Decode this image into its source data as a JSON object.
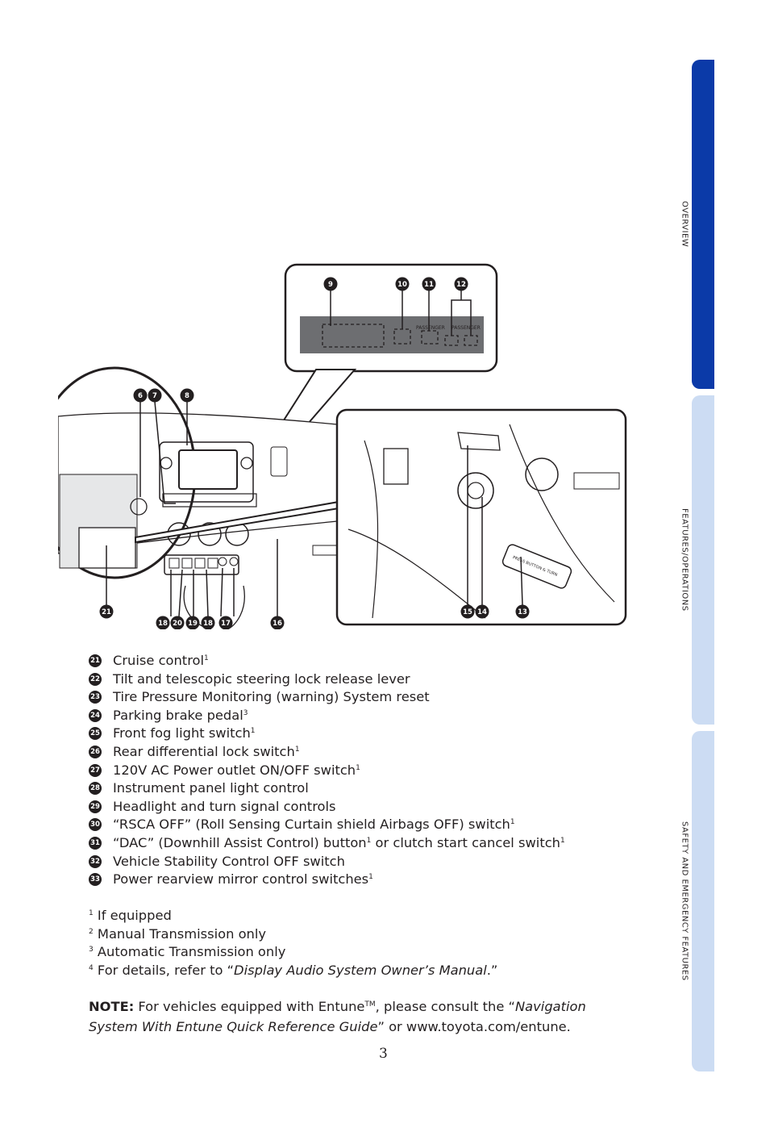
{
  "side_tabs": [
    {
      "label": "OVERVIEW",
      "active": true,
      "color": "#0b3aa8"
    },
    {
      "label": "FEATURES/OPERATIONS",
      "active": false,
      "color": "#ccdcf3"
    },
    {
      "label": "SAFETY AND EMERGENCY FEATURES",
      "active": false,
      "color": "#ccdcf3"
    }
  ],
  "figure": {
    "top_inset_labels": [
      "PASSENGER",
      "PASSENGER"
    ],
    "key_label": "PRESS BUTTON & TURN",
    "callouts_top": [
      "9",
      "10",
      "11",
      "12"
    ],
    "callouts_left": [
      "6",
      "7",
      "8"
    ],
    "callouts_bottom_left": [
      "21",
      "18",
      "20",
      "19",
      "18",
      "17",
      "16"
    ],
    "callouts_bottom_right": [
      "15",
      "14",
      "13"
    ]
  },
  "items": [
    {
      "num": "21",
      "text": "Cruise control",
      "sup": "1"
    },
    {
      "num": "22",
      "text": "Tilt and telescopic steering lock release lever",
      "sup": ""
    },
    {
      "num": "23",
      "text": "Tire Pressure Monitoring (warning) System reset",
      "sup": ""
    },
    {
      "num": "24",
      "text": "Parking brake pedal",
      "sup": "3"
    },
    {
      "num": "25",
      "text": "Front fog light switch",
      "sup": "1"
    },
    {
      "num": "26",
      "text": "Rear differential lock switch",
      "sup": "1"
    },
    {
      "num": "27",
      "text": "120V AC Power outlet ON/OFF switch",
      "sup": "1"
    },
    {
      "num": "28",
      "text": "Instrument panel light control",
      "sup": ""
    },
    {
      "num": "29",
      "text": "Headlight and turn signal controls",
      "sup": ""
    },
    {
      "num": "30",
      "text": "“RSCA OFF” (Roll Sensing Curtain shield Airbags OFF) switch",
      "sup": "1"
    },
    {
      "num": "31",
      "text": "“DAC” (Downhill Assist Control) button",
      "sup": "1",
      "text2": " or clutch start cancel switch",
      "sup2": "1"
    },
    {
      "num": "32",
      "text": "Vehicle Stability Control OFF switch",
      "sup": ""
    },
    {
      "num": "33",
      "text": "Power rearview mirror control switches",
      "sup": "1"
    }
  ],
  "footnotes": [
    {
      "mark": "1",
      "text": " If equipped"
    },
    {
      "mark": "2",
      "text": " Manual Transmission only"
    },
    {
      "mark": "3",
      "text": " Automatic Transmission only"
    },
    {
      "mark": "4",
      "text": " For details, refer to “",
      "italic": "Display Audio System Owner’s Manual",
      "after": ".”"
    }
  ],
  "note": {
    "label": "NOTE:",
    "text1": " For vehicles equipped with Entune",
    "tm": "TM",
    "text2": ", please consult the “",
    "italic": "Navigation System With Entune Quick Reference Guide",
    "text3": "” or www.toyota.com/entune."
  },
  "page_number": "3"
}
